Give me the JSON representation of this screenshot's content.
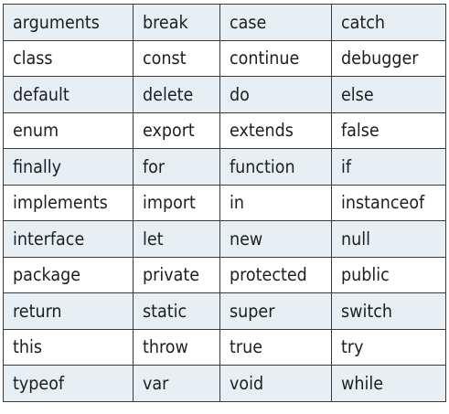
{
  "keywords": {
    "rows": [
      [
        "arguments",
        "break",
        "case",
        "catch"
      ],
      [
        "class",
        "const",
        "continue",
        "debugger"
      ],
      [
        "default",
        "delete",
        "do",
        "else"
      ],
      [
        "enum",
        "export",
        "extends",
        "false"
      ],
      [
        "finally",
        "for",
        "function",
        "if"
      ],
      [
        "implements",
        "import",
        "in",
        "instanceof"
      ],
      [
        "interface",
        "let",
        "new",
        "null"
      ],
      [
        "package",
        "private",
        "protected",
        "public"
      ],
      [
        "return",
        "static",
        "super",
        "switch"
      ],
      [
        "this",
        "throw",
        "true",
        "try"
      ],
      [
        "typeof",
        "var",
        "void",
        "while"
      ]
    ]
  },
  "colors": {
    "shaded_row": "#e7eef4",
    "plain_row": "#ffffff",
    "border": "#3a3a3a",
    "text": "#1e1e1e"
  }
}
